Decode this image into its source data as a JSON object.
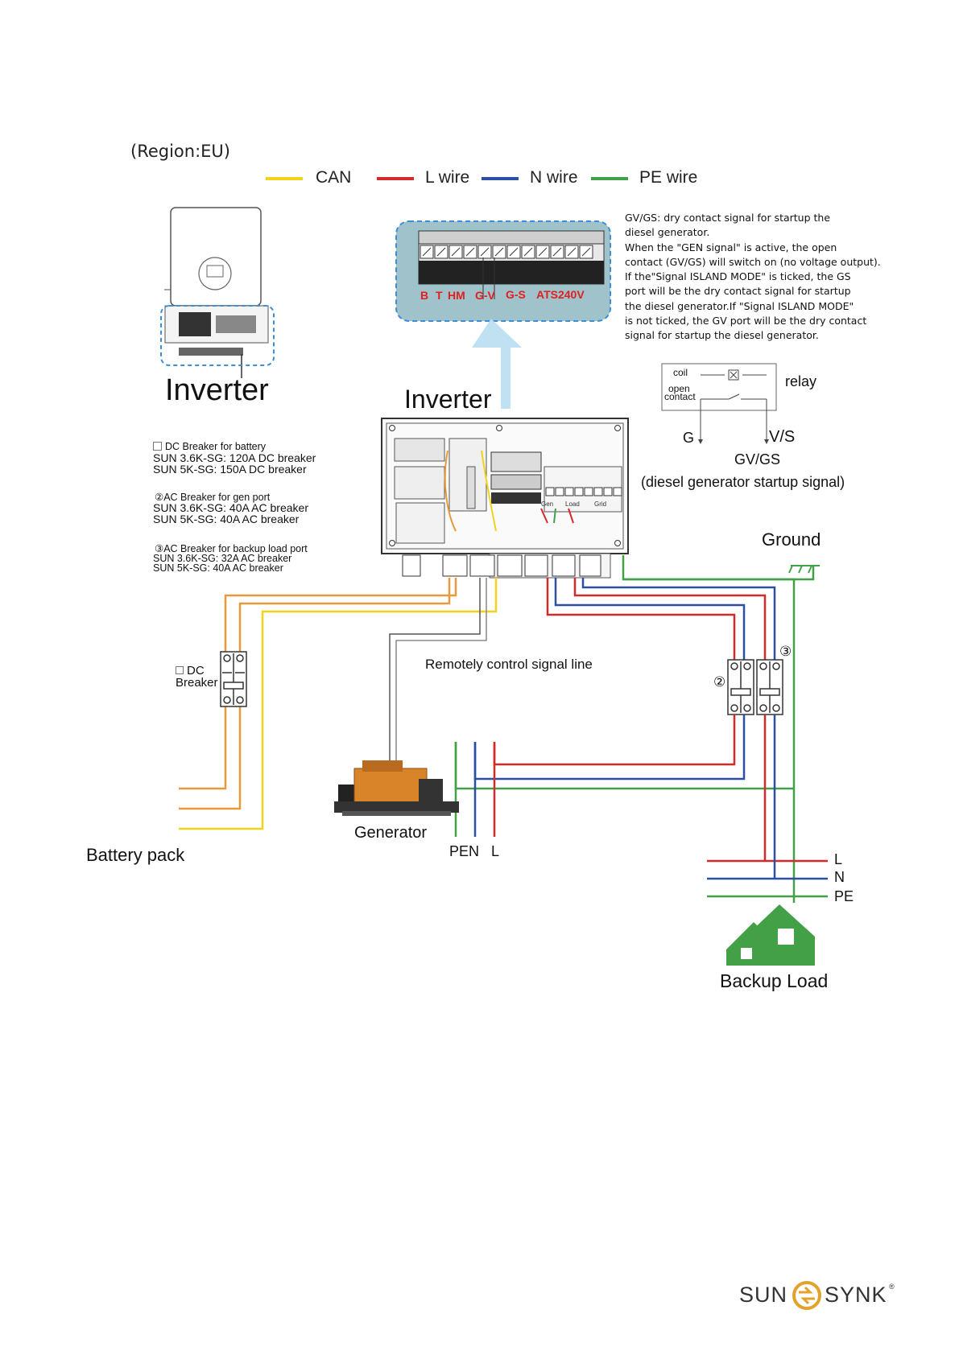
{
  "region": "(Region:EU)",
  "legend": [
    {
      "label": "CAN",
      "color": "#f2d31b"
    },
    {
      "label": "L wire",
      "color": "#d62a2a"
    },
    {
      "label": "N wire",
      "color": "#2a4fa3"
    },
    {
      "label": "PE wire",
      "color": "#43a047"
    }
  ],
  "inverter_thumbnail_title": "Inverter",
  "inverter_main_title": "Inverter",
  "terminal_labels": {
    "b": "B",
    "t": "T",
    "hm": "HM",
    "gv": "G-V",
    "gs": "G-S",
    "ats": "ATS240V"
  },
  "gen_note": [
    "GV/GS: dry contact signal for startup the",
    "diesel generator.",
    "When the \"GEN signal\" is active, the open",
    "contact (GV/GS) will switch on (no voltage output).",
    "If the\"Signal ISLAND MODE\" is ticked, the GS",
    "port will be the dry contact signal for startup",
    "the diesel generator.If \"Signal ISLAND MODE\"",
    "is not ticked, the GV port will be the dry contact",
    "signal for startup the diesel generator."
  ],
  "relay": {
    "coil": "coil",
    "open": "open",
    "contact": "contact",
    "relay_label": "relay",
    "g": "G",
    "vs": "V/S",
    "gvgs": "GV/GS",
    "caption": "(diesel generator startup signal)"
  },
  "breaker_specs": {
    "dc_title": "DC Breaker for battery",
    "dc_1": "SUN 3.6K-SG: 120A DC breaker",
    "dc_2": "SUN 5K-SG: 150A DC breaker",
    "gen_title": "②AC Breaker for gen port",
    "gen_1": "SUN 3.6K-SG: 40A AC breaker",
    "gen_2": "SUN 5K-SG: 40A AC breaker",
    "load_title": "③AC Breaker for backup load port",
    "load_1": "SUN 3.6K-SG: 32A AC breaker",
    "load_2": "SUN 5K-SG: 40A AC breaker"
  },
  "inverter_port_labels": {
    "gen": "Gen",
    "load": "Load",
    "grid": "Grid"
  },
  "ground_label": "Ground",
  "dc_breaker_label": [
    "DC",
    "Breaker"
  ],
  "remote_signal_label": "Remotely control signal line",
  "breaker_numbers": {
    "two": "②",
    "three": "③"
  },
  "generator_label": "Generator",
  "battery_label": "Battery pack",
  "pen_label": "PEN",
  "l_label": "L",
  "load_lines": {
    "l": "L",
    "n": "N",
    "pe": "PE"
  },
  "backup_load_label": "Backup Load",
  "brand": {
    "sun": "SUN",
    "synk": "SYNK",
    "reg": "®"
  }
}
